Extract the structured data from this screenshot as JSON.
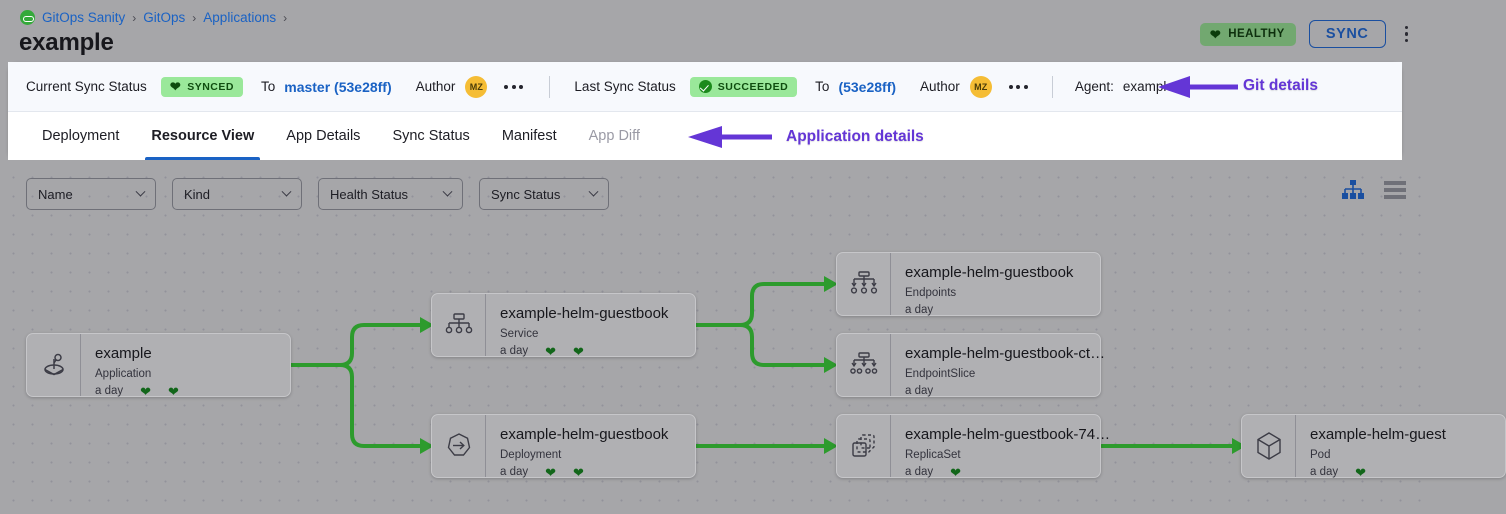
{
  "breadcrumb": {
    "logo_icon": "argo-gitops-logo-icon",
    "items": [
      "GitOps Sanity",
      "GitOps",
      "Applications"
    ],
    "separator": "›"
  },
  "header": {
    "title": "example",
    "health_badge": {
      "label": "HEALTHY",
      "icon": "heart-icon",
      "bg": "#72a870"
    },
    "sync_button": {
      "label": "SYNC",
      "color": "#1a4fa0"
    },
    "overflow_icon": "kebab-menu-icon"
  },
  "sync_panel": {
    "current_label": "Current Sync Status",
    "current_badge": {
      "label": "SYNCED",
      "icon": "heart-icon"
    },
    "current_to_label": "To",
    "current_revision": "master (53e28ff)",
    "current_author_label": "Author",
    "current_author_initials": "MZ",
    "current_more_icon": "horizontal-dots-icon",
    "last_label": "Last Sync Status",
    "last_badge": {
      "label": "SUCCEEDED",
      "icon": "check-circle-icon"
    },
    "last_to_label": "To",
    "last_revision": "(53e28ff)",
    "last_author_label": "Author",
    "last_author_initials": "MZ",
    "last_more_icon": "horizontal-dots-icon",
    "agent_label": "Agent:",
    "agent_value": "example"
  },
  "annotations": {
    "git_details": "Git details",
    "application_details": "Application details",
    "color": "#6436d6"
  },
  "tabs": [
    {
      "label": "Deployment",
      "active": false,
      "muted": false
    },
    {
      "label": "Resource View",
      "active": true,
      "muted": false
    },
    {
      "label": "App Details",
      "active": false,
      "muted": false
    },
    {
      "label": "Sync Status",
      "active": false,
      "muted": false
    },
    {
      "label": "Manifest",
      "active": false,
      "muted": false
    },
    {
      "label": "App Diff",
      "active": false,
      "muted": true
    }
  ],
  "filters": [
    {
      "label": "Name",
      "icon": "chevron-down-icon"
    },
    {
      "label": "Kind",
      "icon": "chevron-down-icon"
    },
    {
      "label": "Health Status",
      "icon": "chevron-down-icon"
    },
    {
      "label": "Sync Status",
      "icon": "chevron-down-icon"
    }
  ],
  "view_toggles": [
    {
      "name": "tree-view-icon",
      "active": true,
      "color": "#1a4fa0"
    },
    {
      "name": "list-view-icon",
      "active": false,
      "color": "#6f7078"
    }
  ],
  "graph": {
    "edge_color": "#2d9b2d",
    "nodes": [
      {
        "id": "app",
        "title": "example",
        "kind": "Application",
        "age": "a day",
        "icon": "argo-application-icon",
        "hearts": 2
      },
      {
        "id": "svc",
        "title": "example-helm-guestbook",
        "kind": "Service",
        "age": "a day",
        "icon": "service-icon",
        "hearts": 2
      },
      {
        "id": "deploy",
        "title": "example-helm-guestbook",
        "kind": "Deployment",
        "age": "a day",
        "icon": "deployment-icon",
        "hearts": 2
      },
      {
        "id": "ep",
        "title": "example-helm-guestbook",
        "kind": "Endpoints",
        "age": "a day",
        "icon": "endpoints-icon",
        "hearts": 0
      },
      {
        "id": "epslice",
        "title": "example-helm-guestbook-ct…",
        "kind": "EndpointSlice",
        "age": "a day",
        "icon": "endpointslice-icon",
        "hearts": 0
      },
      {
        "id": "rs",
        "title": "example-helm-guestbook-74…",
        "kind": "ReplicaSet",
        "age": "a day",
        "icon": "replicaset-icon",
        "hearts": 1
      },
      {
        "id": "pod",
        "title": "example-helm-guest",
        "kind": "Pod",
        "age": "a day",
        "icon": "pod-icon",
        "hearts": 1
      }
    ]
  }
}
